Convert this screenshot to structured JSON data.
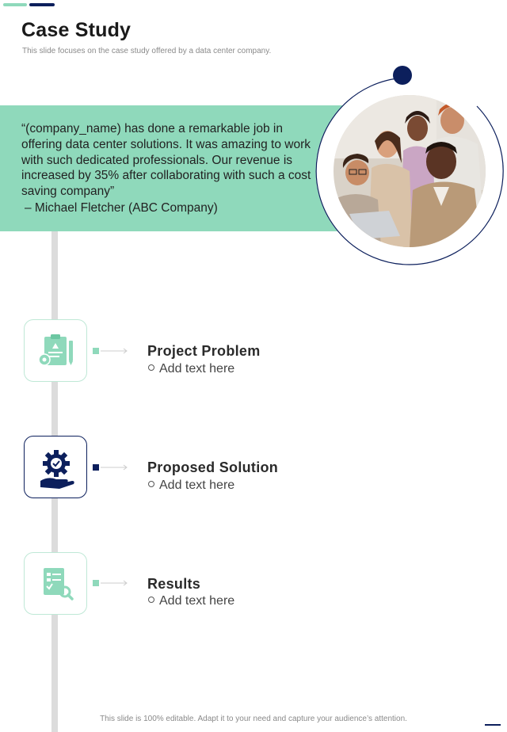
{
  "header": {
    "title": "Case Study",
    "subtitle": "This slide focuses on the case study offered by a data center company."
  },
  "testimonial": {
    "quote": "“(company_name) has done a remarkable job in offering data center solutions. It was amazing to work with  such dedicated professionals. Our revenue is increased by 35% after collaborating with such a cost saving company”",
    "author": "– Michael Fletcher (ABC Company)"
  },
  "steps": [
    {
      "title": "Project Problem",
      "bullet": "Add text here",
      "icon": "clipboard-alert-gear-icon",
      "accent": "#8fd9bb"
    },
    {
      "title": "Proposed Solution",
      "bullet": "Add text here",
      "icon": "hand-gear-check-icon",
      "accent": "#0c1f5c"
    },
    {
      "title": "Results",
      "bullet": "Add text here",
      "icon": "report-magnifier-icon",
      "accent": "#8fd9bb"
    }
  ],
  "footer": {
    "text": "This slide is 100% editable. Adapt it to your need and capture your audience’s attention."
  },
  "colors": {
    "accent_green": "#8fd9bb",
    "accent_navy": "#0c1f5c",
    "timeline": "#dcdcdc"
  }
}
